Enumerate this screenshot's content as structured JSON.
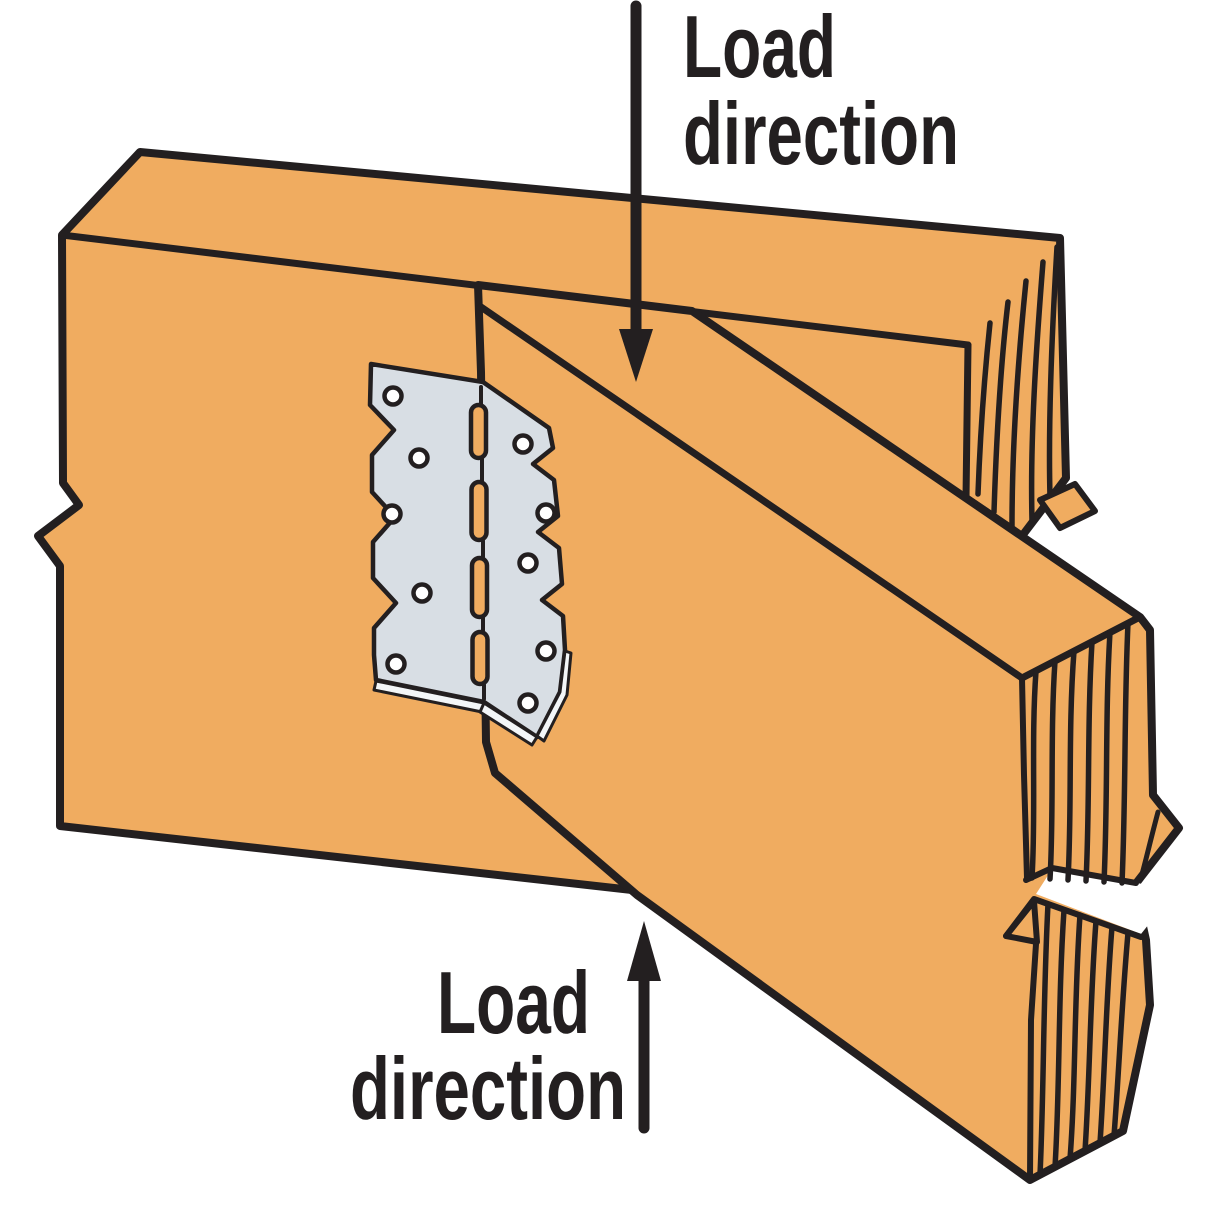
{
  "illustration": {
    "labels": {
      "load_top": {
        "line1": "Load",
        "line2": "direction"
      },
      "load_bottom": {
        "line1": "Load",
        "line2": "direction"
      }
    },
    "icons": {
      "top_arrow": "arrow-down-icon",
      "bottom_arrow": "arrow-up-icon"
    },
    "colors": {
      "wood": "#F0AC60",
      "ink": "#231F20",
      "plate": "#D8DEE4",
      "plate_edge": "#F3F6F8",
      "hole": "#FFFFFF",
      "background": "#FFFFFF",
      "text": "#231F20"
    }
  }
}
